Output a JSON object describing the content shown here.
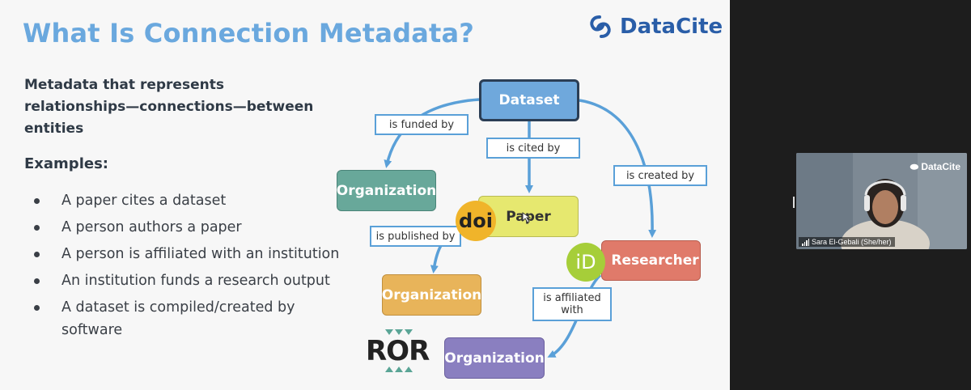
{
  "slide": {
    "title": "What Is Connection Metadata?",
    "logo_text": "DataCite",
    "intro": "Metadata that represents relationships—connections—between entities",
    "examples_heading": "Examples:",
    "bullets": [
      "A paper cites a dataset",
      "A person authors a paper",
      "A person is affiliated with an institution",
      "An institution funds a research output",
      "A dataset is compiled/created by software"
    ]
  },
  "diagram": {
    "nodes": {
      "dataset": "Dataset",
      "paper": "Paper",
      "researcher": "Researcher",
      "org_funder": "Organization",
      "org_publisher": "Organization",
      "org_affiliation": "Organization"
    },
    "labels": {
      "funded": "is funded by",
      "cited": "is cited by",
      "created": "is created by",
      "published": "is published by",
      "affiliated": "is affiliated with"
    },
    "badges": {
      "doi": "doi",
      "orcid": "iD",
      "ror": "ROR"
    }
  },
  "participant": {
    "name": "Sara El-Gebali (She/her)",
    "logo_text": "DataCite"
  },
  "colors": {
    "title": "#6aa8de",
    "dataset": "#6fa8dc",
    "paper": "#e6e86f",
    "researcher": "#e07a6a",
    "org_funder": "#68a89a",
    "org_publisher": "#e8b45a",
    "org_affiliation": "#8a7fc0",
    "arrow": "#5aa0d8"
  }
}
